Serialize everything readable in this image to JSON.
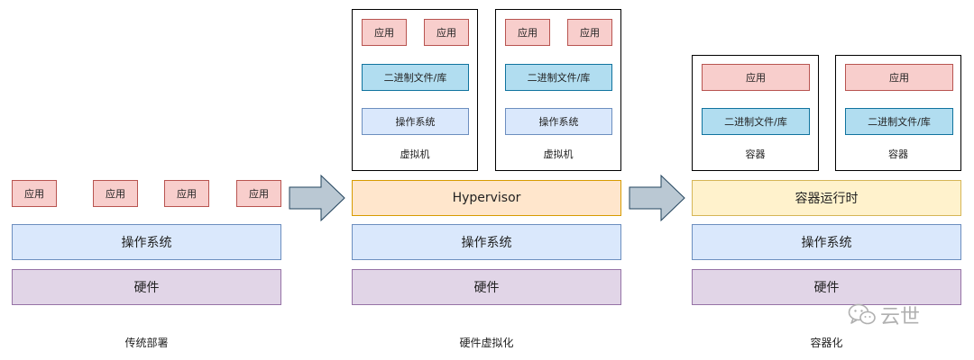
{
  "traditional": {
    "apps": [
      "应用",
      "应用",
      "应用",
      "应用"
    ],
    "os": "操作系统",
    "hardware": "硬件",
    "caption": "传统部署"
  },
  "virtualization": {
    "vms": [
      {
        "apps": [
          "应用",
          "应用"
        ],
        "bin": "二进制文件/库",
        "os": "操作系统",
        "label": "虚拟机"
      },
      {
        "apps": [
          "应用",
          "应用"
        ],
        "bin": "二进制文件/库",
        "os": "操作系统",
        "label": "虚拟机"
      }
    ],
    "hypervisor": "Hypervisor",
    "os": "操作系统",
    "hardware": "硬件",
    "caption": "硬件虚拟化"
  },
  "containerization": {
    "containers": [
      {
        "app": "应用",
        "bin": "二进制文件/库",
        "label": "容器"
      },
      {
        "app": "应用",
        "bin": "二进制文件/库",
        "label": "容器"
      }
    ],
    "runtime": "容器运行时",
    "os": "操作系统",
    "hardware": "硬件",
    "caption": "容器化"
  },
  "watermark": {
    "icon": "wechat-icon",
    "text": "云世"
  }
}
